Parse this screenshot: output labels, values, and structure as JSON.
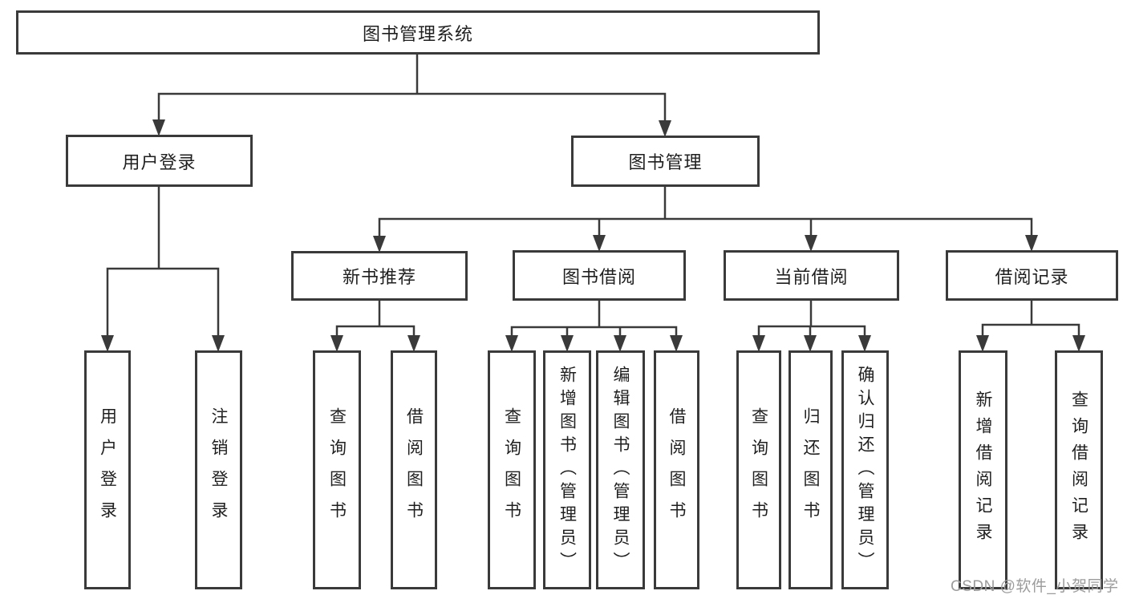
{
  "diagram": {
    "watermark": "CSDN @软件_小贺同学",
    "colors": {
      "line": "#3a3a3a",
      "text": "#1f1f1f",
      "watermark_gray": "#9c9c9c",
      "background": "#ffffff"
    },
    "nodes": {
      "root": {
        "label": "图书管理系统"
      },
      "user_login": {
        "label": "用户登录"
      },
      "book_mgmt": {
        "label": "图书管理"
      },
      "new_book": {
        "label": "新书推荐"
      },
      "book_borrow": {
        "label": "图书借阅"
      },
      "current_borrow": {
        "label": "当前借阅"
      },
      "borrow_record": {
        "label": "借阅记录"
      }
    },
    "leaves": [
      {
        "label": "用户登录"
      },
      {
        "label": "注销登录"
      },
      {
        "label": "查询图书"
      },
      {
        "label": "借阅图书"
      },
      {
        "label": "查询图书"
      },
      {
        "label": "新增图书（管理员）"
      },
      {
        "label": "编辑图书（管理员）"
      },
      {
        "label": "借阅图书"
      },
      {
        "label": "查询图书"
      },
      {
        "label": "归还图书"
      },
      {
        "label": "确认归还（管理员）"
      },
      {
        "label": "新增借阅记录"
      },
      {
        "label": "查询借阅记录"
      }
    ]
  }
}
